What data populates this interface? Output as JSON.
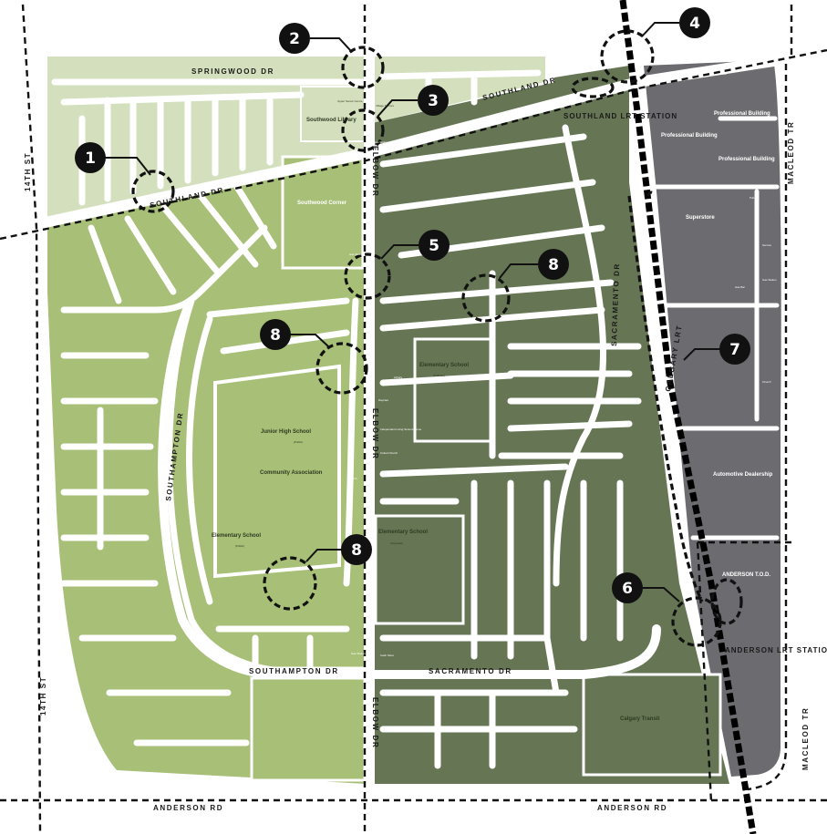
{
  "colors": {
    "light_green": "#d4e0bd",
    "mid_green": "#a7bf76",
    "dark_green": "#667654",
    "grey": "#6b6b70",
    "road": "#ffffff",
    "boundary": "#111111"
  },
  "streets": {
    "springwood": "SPRINGWOOD DR",
    "southland_west": "SOUTHLAND DR",
    "southland_east": "SOUTHLAND DR",
    "elbow_north": "ELBOW DR",
    "elbow_mid": "ELBOW DR",
    "elbow_south": "ELBOW DR",
    "southampton_vertical": "SOUTHAMPTON DR",
    "southampton_horizontal": "SOUTHAMPTON DR",
    "sacramento_vertical": "SACRAMENTO DR",
    "sacramento_horizontal": "SACRAMENTO DR",
    "fourteenth_north": "14TH ST",
    "fourteenth_south": "14TH ST",
    "macleod_north": "MACLEOD TR",
    "macleod_south": "MACLEOD TR",
    "anderson_west": "ANDERSON RD",
    "anderson_east": "ANDERSON RD",
    "calgary_lrt": "CALGARY LRT"
  },
  "places": {
    "southwood_library": "Southwood Library",
    "southwood_corner": "Southwood Corner",
    "junior_high": "Junior High School",
    "junior_high_sub": "(Public)",
    "community_association": "Community Association",
    "elementary_public": "Elementary School",
    "elementary_public_sub": "(Public)",
    "elementary_catholic_n": "Elementary School",
    "elementary_catholic_n_sub": "(Catholic)",
    "elementary_catholic_s": "Elementary School",
    "elementary_catholic_s_sub": "(Separate)",
    "professional_building_1": "Professional Building",
    "professional_building_2": "Professional Building",
    "professional_building_3": "Professional Building",
    "superstore": "Superstore",
    "automotive_dealership": "Automotive Dealership",
    "anderson_tod": "ANDERSON T.O.D.",
    "calgary_transit": "Calgary Transit",
    "southland_lrt_station": "SOUTHLAND LRT STATION",
    "anderson_lrt_station": "ANDERSON LRT STATION"
  },
  "tiny_labels": {
    "upper_senior": "Upper Senior Centre",
    "village_seniors": "Village Seniors",
    "gas_station_n": "Gas Station",
    "gas_station_sw": "Gas Station",
    "church": "Church",
    "library_sm": "Library",
    "gas_station_e": "Gas Station",
    "independent_living": "Independent Living Seniors Home",
    "united_church": "United Church",
    "daycare": "Daycare",
    "cash_store": "Cash Store",
    "bank": "Bank",
    "gas_station_mall": "Gas Station",
    "church_mall": "Church",
    "pub": "Pub",
    "service_stn": "Service",
    "gas_bar": "Gas Bar",
    "rec_centre": "Rec Centre"
  },
  "markers": [
    {
      "id": "1",
      "label": "1"
    },
    {
      "id": "2",
      "label": "2"
    },
    {
      "id": "3",
      "label": "3"
    },
    {
      "id": "4",
      "label": "4"
    },
    {
      "id": "5",
      "label": "5"
    },
    {
      "id": "6",
      "label": "6"
    },
    {
      "id": "7",
      "label": "7"
    },
    {
      "id": "8a",
      "label": "8"
    },
    {
      "id": "8b",
      "label": "8"
    },
    {
      "id": "8c",
      "label": "8"
    }
  ]
}
